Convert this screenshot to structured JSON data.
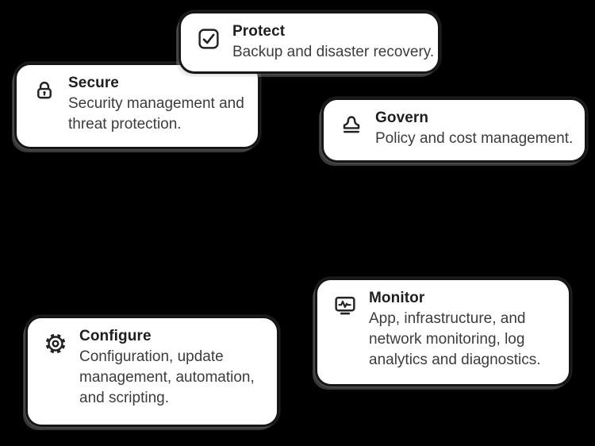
{
  "colors": {
    "background": "#000000",
    "card_background": "#ffffff",
    "card_border": "#161616",
    "title_color": "#1e1e1e",
    "description_color": "#3c3c3c",
    "icon_color": "#232323"
  },
  "cards": [
    {
      "id": "protect",
      "icon": "checkbox-check-icon",
      "title": "Protect",
      "description": "Backup and disaster recovery.",
      "lines": [
        "Backup and disaster recovery."
      ]
    },
    {
      "id": "secure",
      "icon": "lock-icon",
      "title": "Secure",
      "description": "Security management and threat protection.",
      "lines": [
        "Security management and",
        "threat protection."
      ]
    },
    {
      "id": "govern",
      "icon": "stamp-icon",
      "title": "Govern",
      "description": "Policy and cost management.",
      "lines": [
        "Policy and cost management."
      ]
    },
    {
      "id": "monitor",
      "icon": "monitor-pulse-icon",
      "title": "Monitor",
      "description": "App, infrastructure, and network monitoring, log analytics and diagnostics.",
      "lines": [
        "App, infrastructure, and",
        "network monitoring, log",
        "analytics and diagnostics."
      ]
    },
    {
      "id": "configure",
      "icon": "gear-icon",
      "title": "Configure",
      "description": "Configuration, update management, automation, and scripting.",
      "lines": [
        "Configuration, update",
        "management, automation,",
        "and scripting."
      ]
    }
  ]
}
